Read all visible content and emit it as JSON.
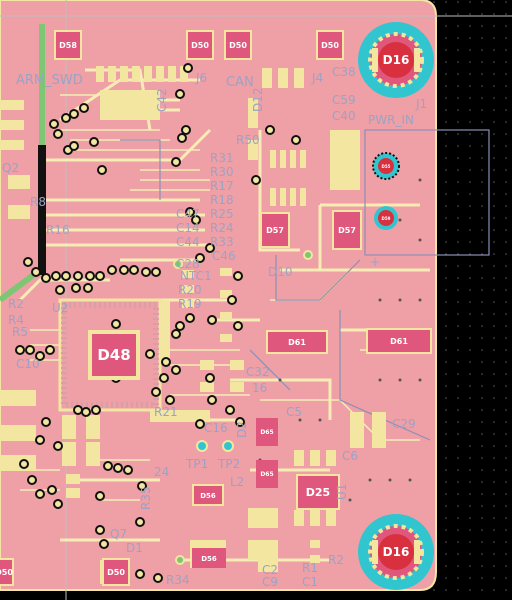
{
  "title": "PCB layout view",
  "colors": {
    "background": "#000000",
    "board": "#ef9fa6",
    "copper_pad": "#f3e6a1",
    "trace": "#f6edb4",
    "component": "#e0577e",
    "silkscreen": "#9aa3c6",
    "mount_ring": "#31c6cf",
    "mount_core": "#d8303e",
    "green_trace": "#7dc774",
    "via": "#111111"
  },
  "components": {
    "d16_top": "D16",
    "d16_bottom": "D16",
    "d48": "D48",
    "d50_a": "D50",
    "d50_b": "D50",
    "d50_c": "D50",
    "d50_d": "D50",
    "d50_e": "D50",
    "d58": "D58",
    "d57_a": "D57",
    "d57_b": "D57",
    "d61_a": "D61",
    "d61_b": "D61",
    "d25": "D25",
    "d56_a": "D56",
    "d56_b": "D56",
    "d65_a": "D65",
    "d65_b": "D65",
    "d55": "D55",
    "d59": "D59"
  },
  "labels": {
    "arm_swd": "ARM_SWD",
    "can": "CAN",
    "pwr_in": "PWR_IN",
    "j1": "J1",
    "j4": "J4",
    "j6": "J6",
    "c42": "C42",
    "d12": "D12",
    "r50": "R50",
    "c38": "C38",
    "c59": "C59",
    "c40": "C40",
    "r31": "R31",
    "r30": "R30",
    "r17": "R17",
    "r18": "R18",
    "r25": "R25",
    "r24": "R24",
    "r33": "R33",
    "c47": "C47",
    "c14": "C14",
    "c44": "C44",
    "c46": "C46",
    "c28": "C28",
    "l1": "L1",
    "r16": "R16",
    "r8": "R8",
    "q2": "Q2",
    "u2": "U2",
    "r2": "R2",
    "r4": "R4",
    "r5": "R5",
    "c10": "C10",
    "r19": "R19",
    "r20": "R20",
    "ntc1": "NTC1",
    "c32": "C32",
    "d10": "D10",
    "c16": "C16",
    "r21": "R21",
    "tp1": "TP1",
    "tp2": "TP2",
    "l2": "L2",
    "c5": "C5",
    "c6": "C6",
    "c29": "C29",
    "u1": "U1",
    "r1": "R1",
    "c1": "C1",
    "c9": "C9",
    "c2": "C2",
    "r34": "R34",
    "r35": "R35",
    "q7": "Q7",
    "d1": "D1",
    "r24b": "24",
    "r16b": "16",
    "d2": "D2",
    "r2b": "R2"
  }
}
